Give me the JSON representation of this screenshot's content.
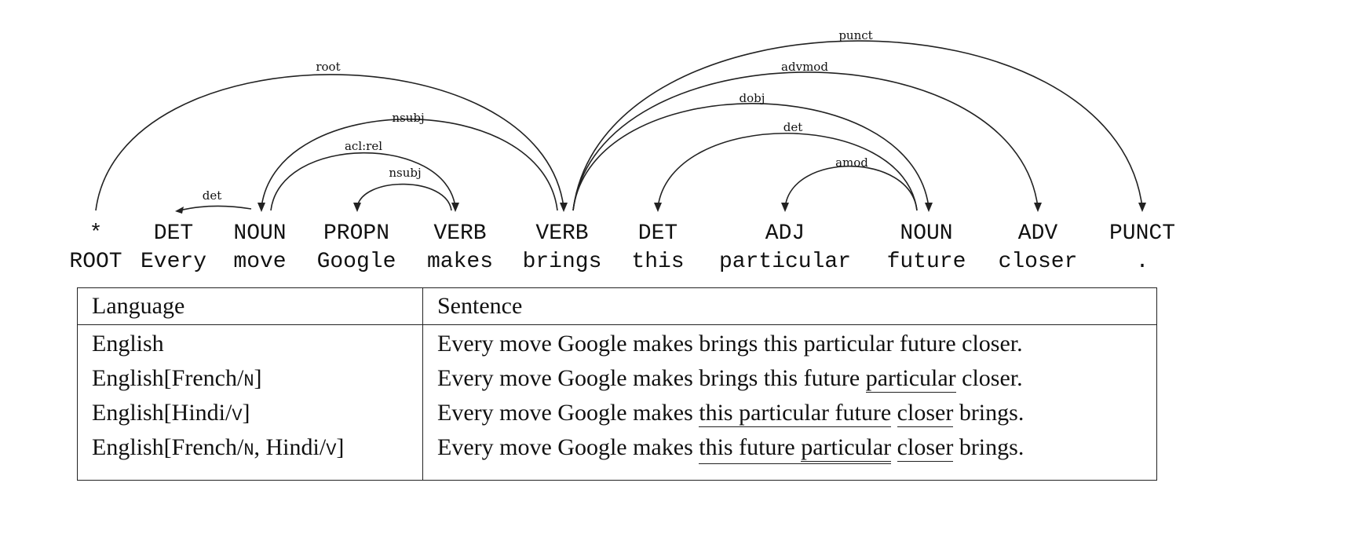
{
  "tokens": [
    {
      "tag": "*",
      "word": "ROOT"
    },
    {
      "tag": "DET",
      "word": "Every"
    },
    {
      "tag": "NOUN",
      "word": "move"
    },
    {
      "tag": "PROPN",
      "word": "Google"
    },
    {
      "tag": "VERB",
      "word": "makes"
    },
    {
      "tag": "VERB",
      "word": "brings"
    },
    {
      "tag": "DET",
      "word": "this"
    },
    {
      "tag": "ADJ",
      "word": "particular"
    },
    {
      "tag": "NOUN",
      "word": "future"
    },
    {
      "tag": "ADV",
      "word": "closer"
    },
    {
      "tag": "PUNCT",
      "word": "."
    }
  ],
  "arcs": [
    {
      "label": "root",
      "from": 0,
      "to": 5
    },
    {
      "label": "det",
      "from": 2,
      "to": 1
    },
    {
      "label": "nsubj",
      "from": 5,
      "to": 2
    },
    {
      "label": "acl:rel",
      "from": 2,
      "to": 4
    },
    {
      "label": "nsubj",
      "from": 4,
      "to": 3
    },
    {
      "label": "punct",
      "from": 5,
      "to": 10
    },
    {
      "label": "advmod",
      "from": 5,
      "to": 9
    },
    {
      "label": "dobj",
      "from": 5,
      "to": 8
    },
    {
      "label": "det",
      "from": 8,
      "to": 6
    },
    {
      "label": "amod",
      "from": 8,
      "to": 7
    }
  ],
  "table": {
    "header": {
      "language": "Language",
      "sentence": "Sentence"
    },
    "rows": [
      {
        "lang_prefix": "English",
        "sentence": "Every move Google makes brings this particular future closer."
      },
      {
        "lang_prefix": "English[French/",
        "lang_sc1": "N",
        "lang_suffix": "]",
        "s_pre": "Every move Google makes brings this future ",
        "s_u1": "particular",
        "s_post": " closer."
      },
      {
        "lang_prefix": "English[Hindi/",
        "lang_sc1": "V",
        "lang_suffix": "]",
        "s_pre": "Every move Google makes ",
        "s_u1": "this particular future",
        "s_mid": " ",
        "s_u2": "closer",
        "s_post": " brings."
      },
      {
        "lang_prefix": "English[French/",
        "lang_sc1": "N",
        "lang_mid": ", Hindi/",
        "lang_sc2": "V",
        "lang_suffix": "]",
        "s_pre": "Every move Google makes ",
        "s_u1a": "this future ",
        "s_u1b": "particular",
        "s_mid": " ",
        "s_u2": "closer",
        "s_post": " brings."
      }
    ]
  }
}
